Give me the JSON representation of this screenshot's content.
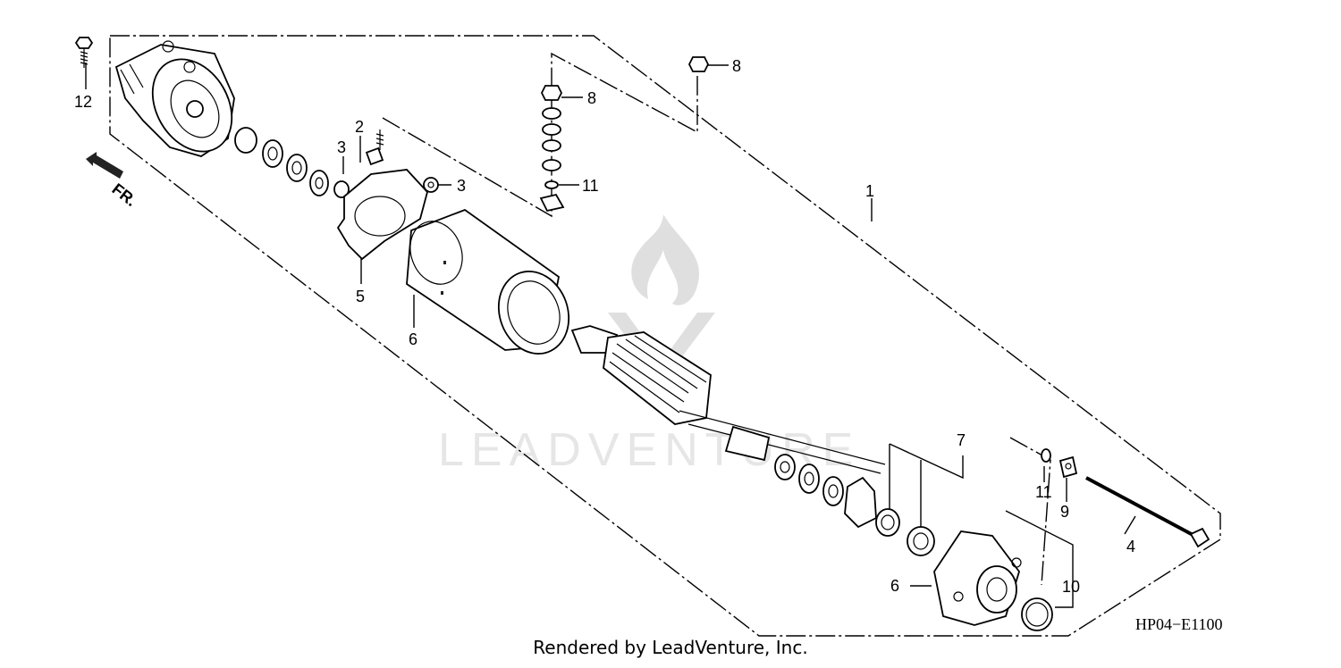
{
  "diagram": {
    "callouts": [
      "1",
      "2",
      "3",
      "3",
      "4",
      "5",
      "6",
      "6",
      "7",
      "8",
      "8",
      "9",
      "10",
      "11",
      "11",
      "12"
    ],
    "direction_label": "FR.",
    "diagram_code": "HP04−E1100"
  },
  "footer": {
    "text": "Rendered by LeadVenture, Inc."
  },
  "watermark": {
    "text": "LEADVENTURE"
  }
}
